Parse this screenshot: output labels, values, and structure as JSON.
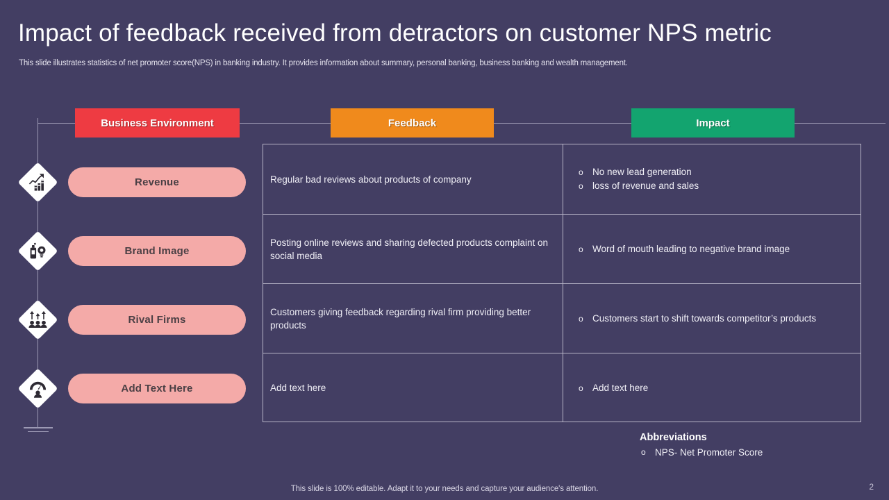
{
  "slide": {
    "title": "Impact of feedback received from detractors on customer NPS metric",
    "subtitle": "This slide illustrates statistics of net promoter score(NPS) in banking industry. It provides information about summary, personal banking, business banking and wealth management.",
    "footer_note": "This slide is 100% editable. Adapt it to your needs and capture your audience's attention.",
    "page_number": "2"
  },
  "colors": {
    "background": "#433e63",
    "business_header": "#ee3b42",
    "feedback_header": "#f08a1c",
    "impact_header": "#13a46f",
    "pill": "#f4aaa8",
    "rail": "#9c99b4",
    "table_border": "#b9b6c8"
  },
  "headers": {
    "business": "Business Environment",
    "feedback": "Feedback",
    "impact": "Impact"
  },
  "rows": [
    {
      "label": "Revenue",
      "icon": "growth-chart-icon",
      "feedback": "Regular bad reviews about products of company",
      "impact": [
        "No new lead generation",
        "loss of revenue and sales"
      ]
    },
    {
      "label": "Brand Image",
      "icon": "branding-bulb-icon",
      "feedback": "Posting online reviews and sharing defected products complaint on social media",
      "impact": [
        "Word of mouth leading to negative brand image"
      ]
    },
    {
      "label": "Rival Firms",
      "icon": "competitors-group-icon",
      "feedback": "Customers giving feedback regarding rival firm providing better products",
      "impact": [
        "Customers start to shift towards competitor’s products"
      ]
    },
    {
      "label": "Add Text Here",
      "icon": "customer-gauge-icon",
      "feedback": "Add text here",
      "impact": [
        "Add text here"
      ]
    }
  ],
  "abbreviations": {
    "title": "Abbreviations",
    "items": [
      "NPS-  Net Promoter Score"
    ]
  }
}
